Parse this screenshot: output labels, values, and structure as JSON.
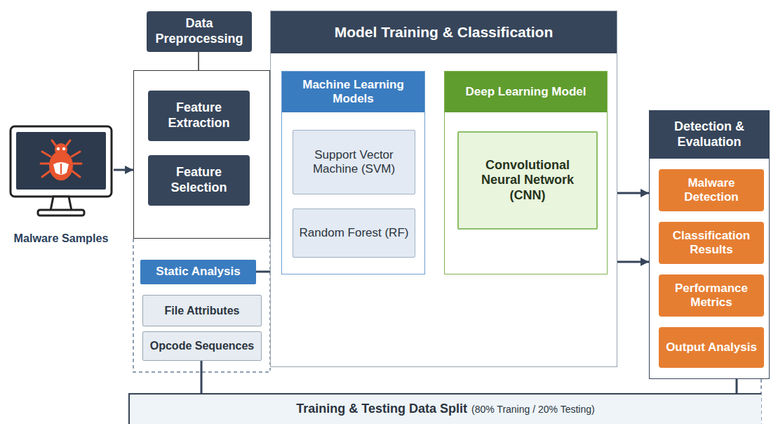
{
  "diagram": {
    "nodes": [
      {
        "text": [
          "Malware Samples"
        ]
      },
      {
        "text": [
          "Data Preprocessing"
        ]
      },
      {
        "text": [
          "Feature Extraction"
        ],
        "in": 1
      },
      {
        "text": [
          "Feature Selection"
        ],
        "in": 1
      },
      {
        "text": [
          "Static Analysis"
        ]
      },
      {
        "text": [
          "File Attributes"
        ]
      },
      {
        "text": [
          "Opcode Sequences"
        ]
      },
      {
        "text": [
          "Model Training & Classification"
        ]
      },
      {
        "text": [
          "Machine Learning Models"
        ],
        "in": 7
      },
      {
        "text": [
          "Support Vector Machine (SVM)"
        ],
        "in": 8
      },
      {
        "text": [
          "Random Forest (RF)"
        ],
        "in": 8
      },
      {
        "text": [
          "Deep Learning Model"
        ],
        "in": 7
      },
      {
        "text": [
          "Convolutional Neural Network (CNN)"
        ],
        "in": 11
      },
      {
        "text": [
          "Detection & Evaluation"
        ]
      },
      {
        "text": [
          "Malware Detection"
        ],
        "in": 13
      },
      {
        "text": [
          "Classification Results"
        ],
        "in": 13
      },
      {
        "text": [
          "Performance Metrics"
        ],
        "in": 13
      },
      {
        "text": [
          "Output Analysis"
        ],
        "in": 13
      },
      {
        "text": [
          "Training & Testing Data Split",
          "(80% Traning / 20% Testing)"
        ]
      }
    ],
    "edges": [
      {
        "from": 0,
        "to": 1,
        "arrow": "to"
      },
      {
        "from": 3,
        "to": 8,
        "arrow": "to"
      },
      {
        "from": 9,
        "to": 12,
        "arrow": "to"
      },
      {
        "from": 12,
        "to": 13,
        "arrow": "to"
      },
      {
        "from": 11,
        "to": 13,
        "arrow": "to"
      },
      {
        "from": 4,
        "to": 7,
        "arrow": "none"
      },
      {
        "from": 13,
        "to": 18,
        "arrow": "none"
      },
      {
        "from": 6,
        "to": 18,
        "arrow": "none"
      }
    ]
  }
}
